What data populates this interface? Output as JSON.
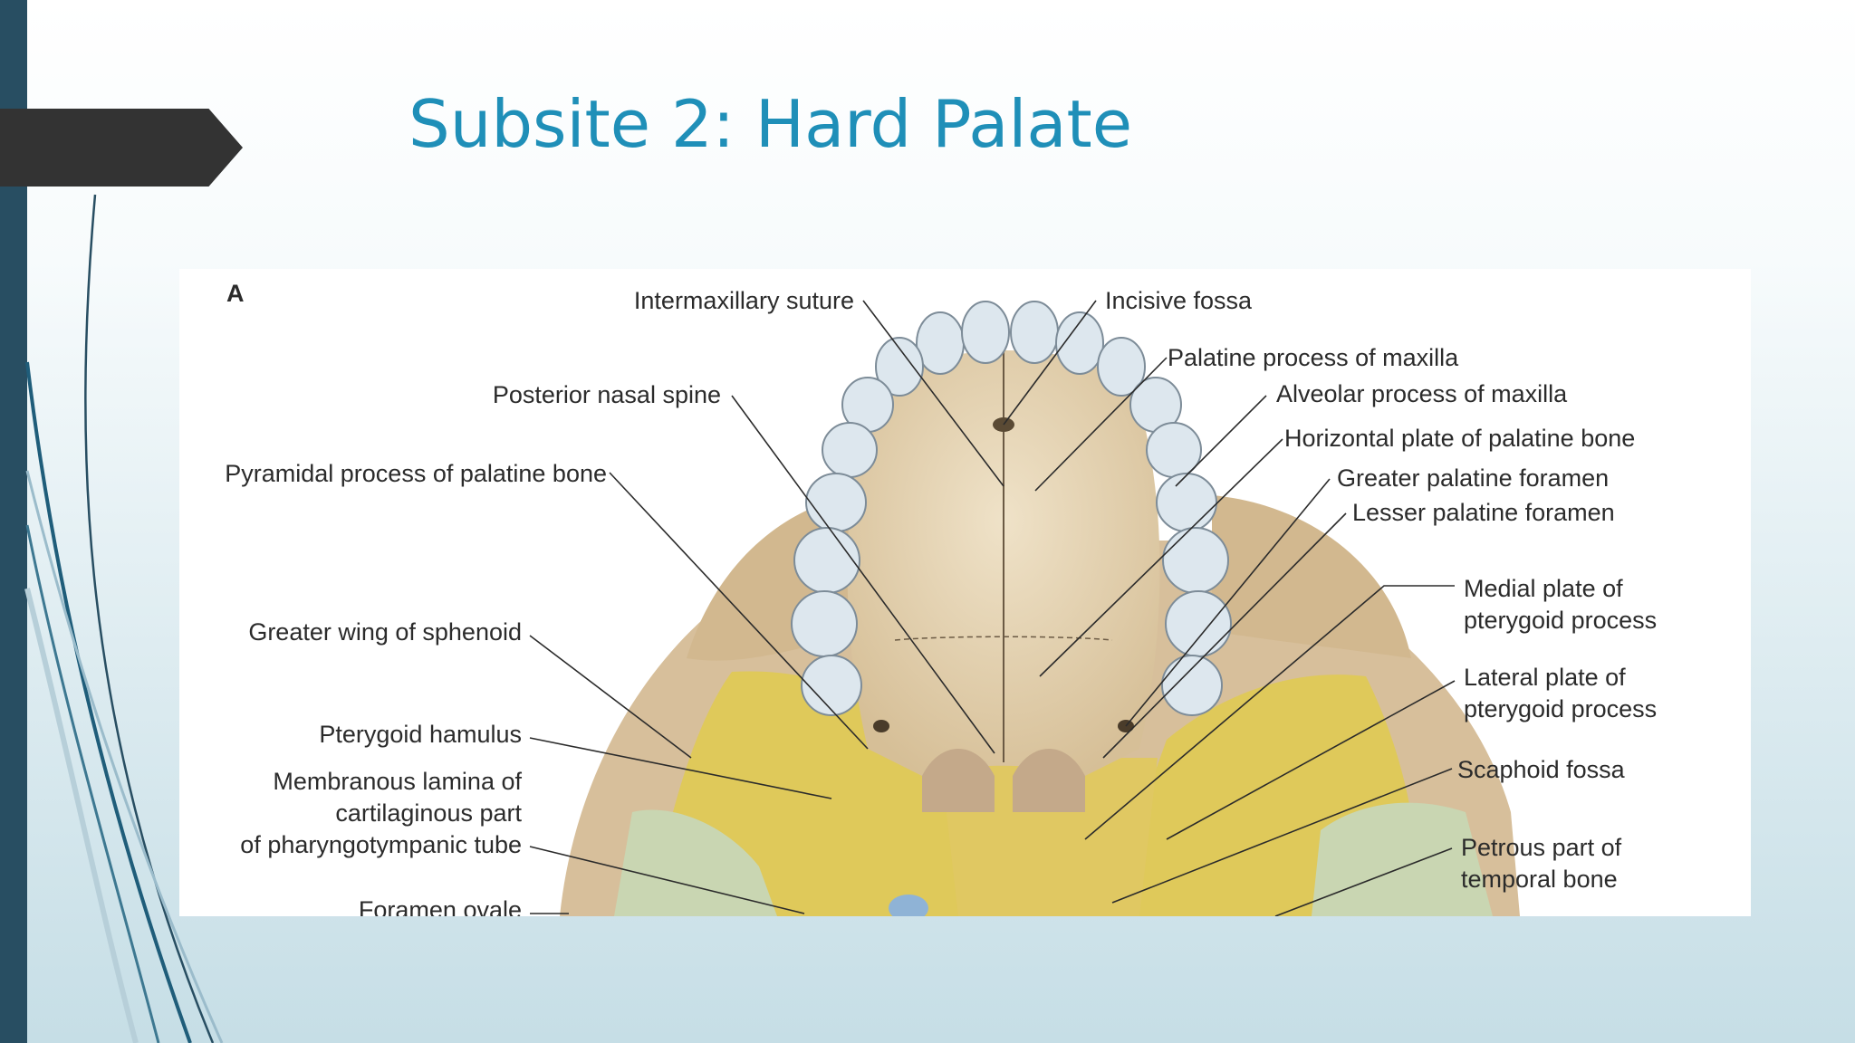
{
  "slide": {
    "title": "Subsite 2: Hard Palate"
  },
  "figure": {
    "panel_letter": "A",
    "labels": {
      "intermaxillary_suture": "Intermaxillary suture",
      "incisive_fossa": "Incisive fossa",
      "palatine_process_of_maxilla": "Palatine process of maxilla",
      "alveolar_process_of_maxilla": "Alveolar process of maxilla",
      "posterior_nasal_spine": "Posterior nasal spine",
      "horizontal_plate_of_palatine_bone": "Horizontal plate of palatine bone",
      "pyramidal_process_of_palatine_bone": "Pyramidal process of palatine bone",
      "greater_palatine_foramen": "Greater palatine foramen",
      "lesser_palatine_foramen": "Lesser palatine foramen",
      "medial_plate_line1": "Medial plate of",
      "medial_plate_line2": "pterygoid process",
      "greater_wing_of_sphenoid": "Greater wing of sphenoid",
      "lateral_plate_line1": "Lateral plate of",
      "lateral_plate_line2": "pterygoid process",
      "pterygoid_hamulus": "Pterygoid hamulus",
      "scaphoid_fossa": "Scaphoid fossa",
      "membranous_lamina_line1": "Membranous lamina of",
      "membranous_lamina_line2": "cartilaginous part",
      "membranous_lamina_line3": "of pharyngotympanic tube",
      "petrous_part_line1": "Petrous part of",
      "petrous_part_line2": "temporal bone",
      "foramen_ovale": "Foramen ovale"
    }
  },
  "colors": {
    "title": "#1f8fb8",
    "left_bar": "#284e62",
    "arrow": "#333333",
    "bone": "#e3d0b0",
    "sphenoid": "#dfc95a",
    "temporal": "#c9d6b2",
    "tooth": "#dde7ee"
  }
}
